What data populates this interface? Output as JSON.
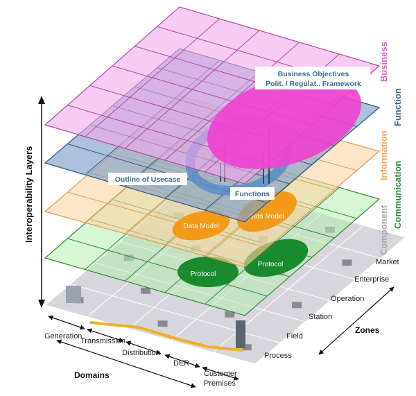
{
  "axis_title": "Interoperability Layers",
  "layers": [
    {
      "name": "Business",
      "color": "#e060c8",
      "fill": "#f4a8ec",
      "grid": "#b04aa0"
    },
    {
      "name": "Function",
      "color": "#3e6a90",
      "fill": "#7f9fc8",
      "grid": "#35557a"
    },
    {
      "name": "Information",
      "color": "#f0a850",
      "fill": "#fbd3a4",
      "grid": "#e09a50"
    },
    {
      "name": "Communication",
      "color": "#2e8a3e",
      "fill": "#b8ecb0",
      "grid": "#2f8a3a"
    },
    {
      "name": "Component",
      "color": "#a0a0a0",
      "fill": "#d6d6dc",
      "grid": "#ffffff"
    }
  ],
  "callouts": {
    "business_line1": "Business Objectives",
    "business_line2": "Polit. / Regulat.. Framework",
    "usecase": "Outline of Usecase",
    "functions": "Functions",
    "data_model_1": "Data Model",
    "data_model_2": "Data Model",
    "protocol_1": "Protocol",
    "protocol_2": "Protocol"
  },
  "domains_title": "Domains",
  "domains": [
    "Generation",
    "Transmission",
    "Distribution",
    "DER",
    "Customer",
    "Premises"
  ],
  "zones_title": "Zones",
  "zones": [
    "Market",
    "Enterprise",
    "Operation",
    "Station",
    "Field",
    "Process"
  ]
}
